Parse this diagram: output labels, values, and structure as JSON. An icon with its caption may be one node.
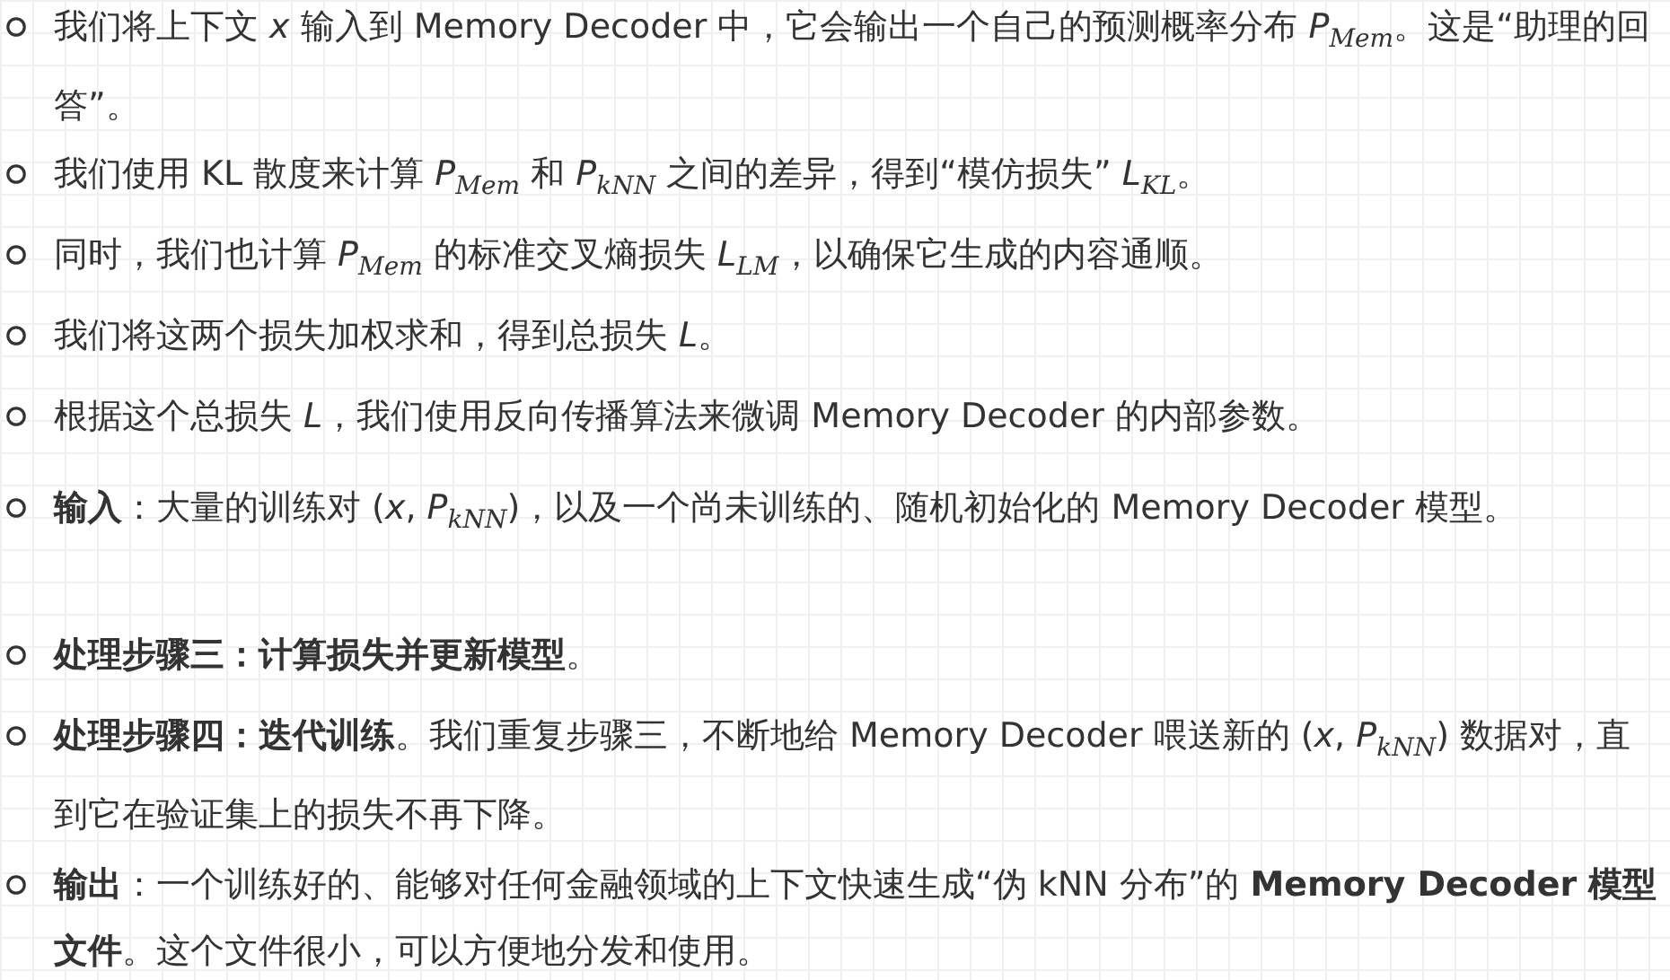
{
  "diagram": {
    "labels": [
      "我们将上下文 *x* 输入到 Memory Decoder 中，它会输出一个自己的预测概率分布 *P*$_{Mem}$。这是“助理的回答”。",
      "我们使用 KL 散度来计算 *P*$_{Mem}$ 和 *P*$_{kNN}$ 之间的差异，得到“模仿损失” *L*$_{KL}$。",
      "同时，我们也计算 *P*$_{Mem}$ 的标准交叉熵损失 *L*$_{LM}$，以确保它生成的内容通顺。",
      "我们将这两个损失加权求和，得到总损失 *L*。",
      "根据这个总损失 *L*，我们使用反向传播算法来微调 Memory Decoder 的内部参数。",
      "**输入**：大量的训练对 (*x*, *P*$_{kNN}$)，以及一个尚未训练的、随机初始化的 Memory Decoder 模型。",
      "**处理步骤三：计算损失并更新模型**。",
      "**处理步骤四：迭代训练**。我们重复步骤三，不断地给 Memory Decoder 喂送新的 (*x*, *P*$_{kNN}$) 数据对，直到它在验证集上的损失不再下降。",
      "**输出**：一个训练好的、能够对任何金融领域的上下文快速生成“伪 kNN 分布”的 **Memory Decoder 模型文件**。这个文件很小，可以方便地分发和使用。"
    ]
  }
}
